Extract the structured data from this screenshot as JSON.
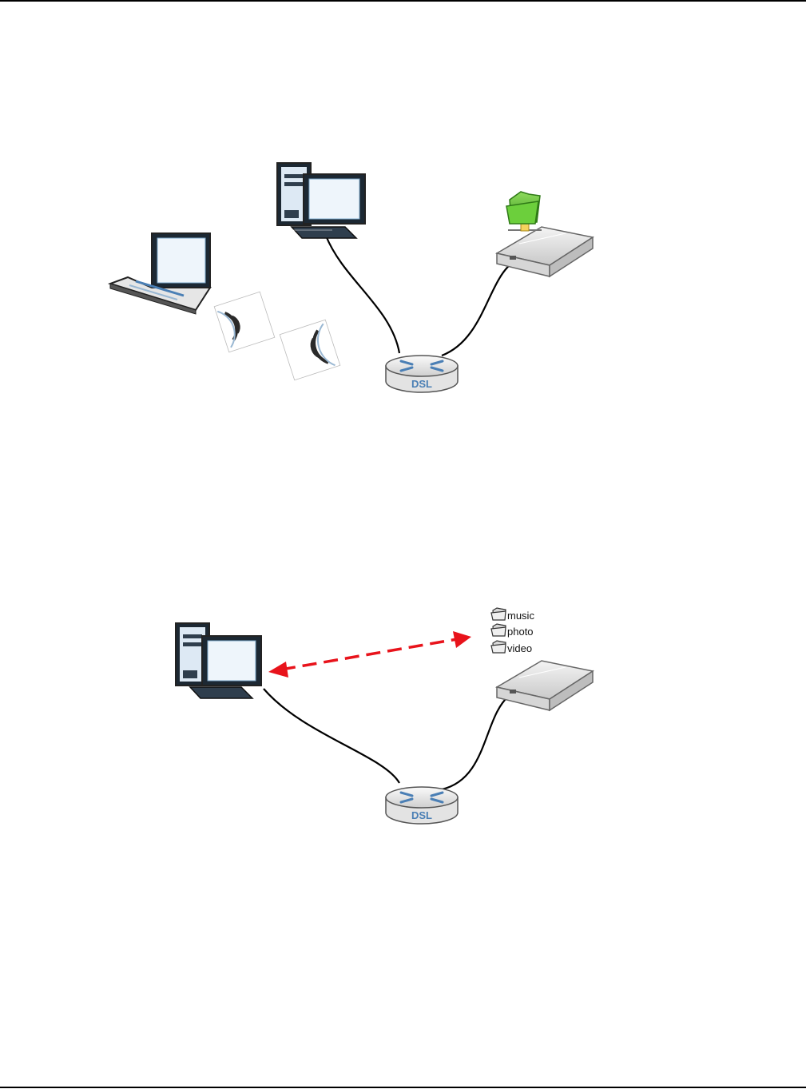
{
  "diagrams": [
    {
      "devices": [
        {
          "type": "laptop",
          "icon": "laptop-icon"
        },
        {
          "type": "desktop-computer",
          "icon": "desktop-computer-icon"
        },
        {
          "type": "nas-storage",
          "icon": "storage-device-icon",
          "badge": "shared-folder-icon"
        },
        {
          "type": "router",
          "icon": "router-icon",
          "label": "DSL"
        }
      ],
      "links": [
        {
          "from": "laptop",
          "to": "router",
          "kind": "wireless"
        },
        {
          "from": "desktop-computer",
          "to": "router",
          "kind": "wired"
        },
        {
          "from": "nas-storage",
          "to": "router",
          "kind": "wired"
        }
      ]
    },
    {
      "devices": [
        {
          "type": "desktop-computer",
          "icon": "desktop-computer-icon"
        },
        {
          "type": "nas-storage",
          "icon": "storage-device-icon"
        },
        {
          "type": "router",
          "icon": "router-icon",
          "label": "DSL"
        }
      ],
      "folders": [
        "music",
        "photo",
        "video"
      ],
      "links": [
        {
          "from": "desktop-computer",
          "to": "router",
          "kind": "wired"
        },
        {
          "from": "nas-storage",
          "to": "router",
          "kind": "wired"
        },
        {
          "from": "desktop-computer",
          "to": "folders",
          "kind": "file-access",
          "color": "#e8131b"
        }
      ]
    }
  ],
  "colors": {
    "accent_arrow": "#e8131b",
    "router_label": "#4a7fb5",
    "folder_green": "#5cb531"
  }
}
